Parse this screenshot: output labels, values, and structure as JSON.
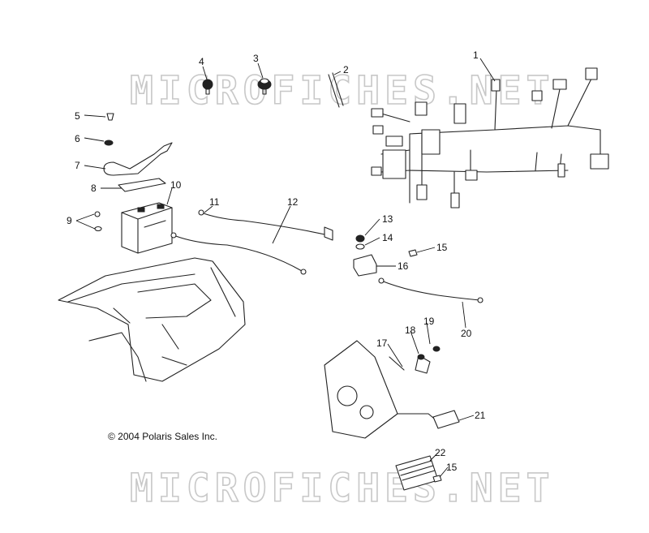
{
  "watermark": {
    "text": "MICROFICHES.NET"
  },
  "copyright": "© 2004 Polaris Sales Inc.",
  "callouts": [
    "1",
    "2",
    "3",
    "4",
    "5",
    "6",
    "7",
    "8",
    "9",
    "10",
    "11",
    "12",
    "13",
    "14",
    "15",
    "16",
    "17",
    "18",
    "19",
    "20",
    "21",
    "22",
    "15"
  ]
}
